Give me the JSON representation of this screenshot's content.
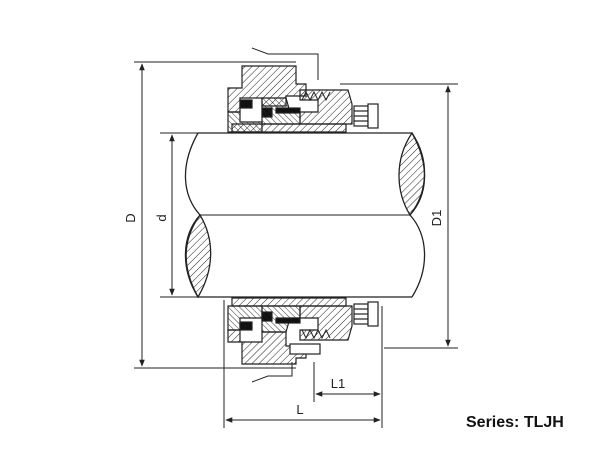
{
  "drawing": {
    "dimensions": {
      "outer_diameter": "D",
      "shaft_diameter": "d",
      "gland_diameter": "D1",
      "length": "L",
      "length_1": "L1"
    }
  },
  "caption": {
    "series": "Series: TLJH"
  }
}
